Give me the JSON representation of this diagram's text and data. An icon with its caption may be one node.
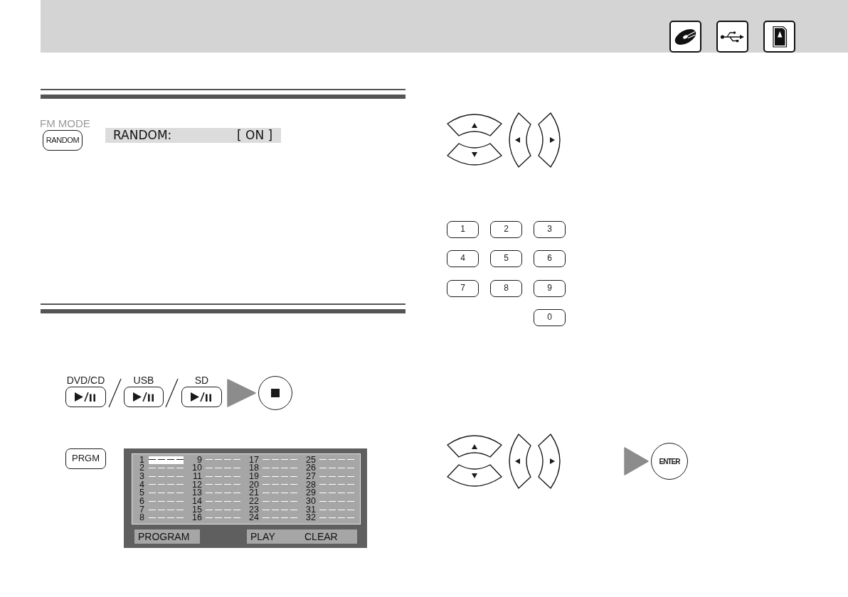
{
  "diagram": {
    "nodes": [
      {
        "text": [],
        "shape": "bar"
      },
      {
        "text": [
          "FM MODE",
          "RANDOM"
        ]
      },
      {
        "text": [
          "RANDOM:",
          "[ ON ]"
        ]
      },
      {
        "text": [],
        "shape": "bar"
      },
      {
        "text": [
          "DVD/CD"
        ]
      },
      {
        "text": [
          "USB"
        ]
      },
      {
        "text": [
          "SD"
        ]
      },
      {
        "text": [],
        "shape": "circle"
      },
      {
        "text": [
          "PRGM"
        ]
      },
      {
        "text": [],
        "shape": "box"
      },
      {
        "text": [
          "1",
          "9",
          "17",
          "25",
          "2",
          "10",
          "18",
          "26",
          "3",
          "11",
          "19",
          "27",
          "4",
          "12",
          "20",
          "28",
          "5",
          "13",
          "21",
          "29",
          "6",
          "14",
          "22",
          "30",
          "7",
          "15",
          "23",
          "31",
          "8",
          "16",
          "24",
          "32"
        ],
        "in": 9
      },
      {
        "text": [
          "PROGRAM"
        ],
        "in": 9
      },
      {
        "text": [
          "PLAY",
          "CLEAR"
        ],
        "in": 9
      },
      {
        "text": [],
        "shape": "key"
      },
      {
        "text": [],
        "shape": "key"
      },
      {
        "text": [],
        "shape": "key"
      },
      {
        "text": [],
        "shape": "key"
      },
      {
        "text": [
          "1"
        ]
      },
      {
        "text": [
          "2"
        ]
      },
      {
        "text": [
          "3"
        ]
      },
      {
        "text": [
          "4"
        ]
      },
      {
        "text": [
          "5"
        ]
      },
      {
        "text": [
          "6"
        ]
      },
      {
        "text": [
          "7"
        ]
      },
      {
        "text": [
          "8"
        ]
      },
      {
        "text": [
          "9"
        ]
      },
      {
        "text": [
          "0"
        ]
      },
      {
        "text": [],
        "shape": "key"
      },
      {
        "text": [],
        "shape": "key"
      },
      {
        "text": [],
        "shape": "key"
      },
      {
        "text": [],
        "shape": "key"
      },
      {
        "text": [
          "ENTER"
        ]
      }
    ],
    "edges": [
      {
        "from": 6,
        "to": 7,
        "arrow": "to"
      },
      {
        "from": null,
        "to": 31,
        "arrow": "to"
      }
    ]
  }
}
